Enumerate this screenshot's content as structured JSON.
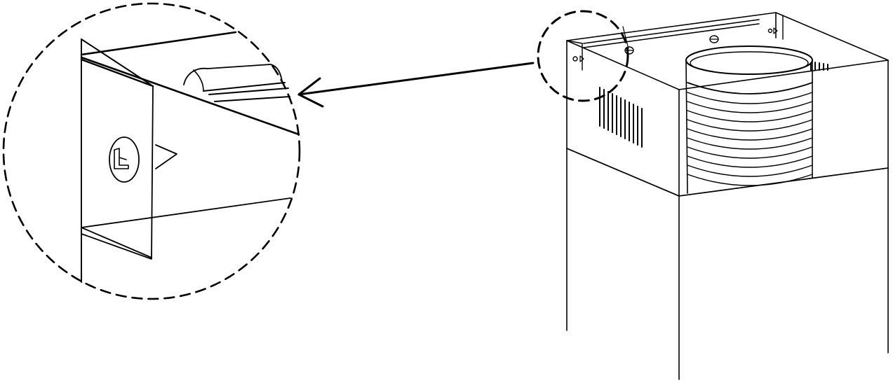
{
  "diagram": {
    "description_visible_text": "",
    "colors": {
      "line": "#000000",
      "background": "#ffffff"
    },
    "elements": {
      "detail_callout": "magnified-detail",
      "source_callout": "detail-source-circle",
      "pointer": "arrow"
    }
  }
}
